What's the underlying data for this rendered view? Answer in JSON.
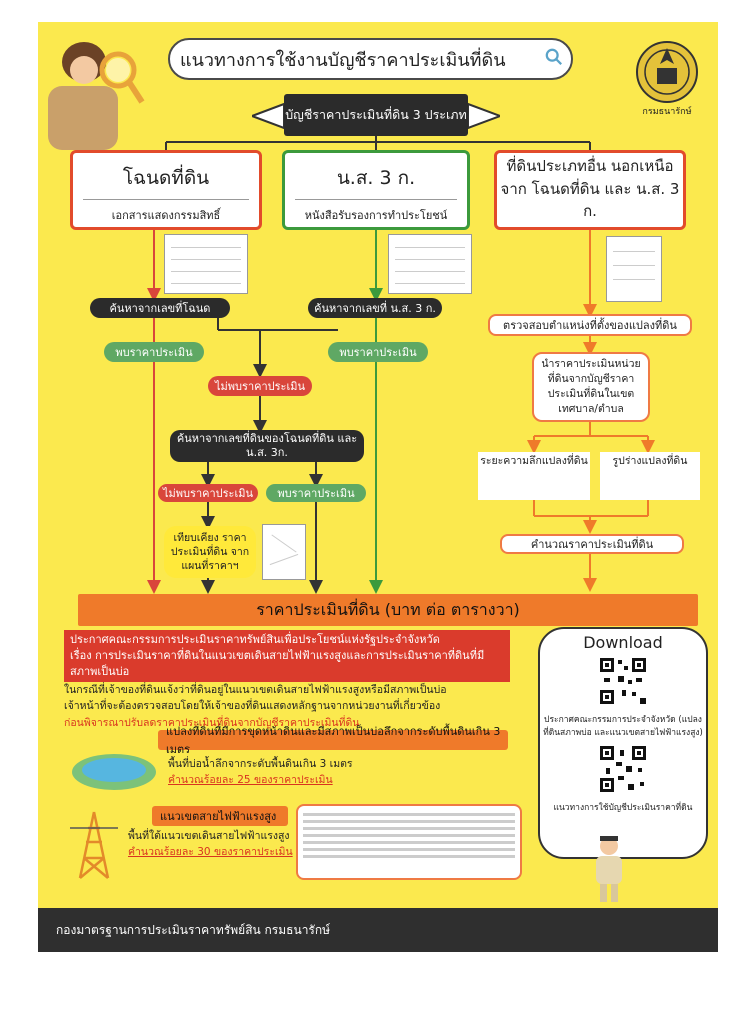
{
  "header": {
    "title": "แนวทางการใช้งานบัญชีราคาประเมินที่ดิน",
    "seal_text": "กรมธนารักษ์"
  },
  "banner": {
    "text": "บัญชีราคาประเมินที่ดิน 3 ประเภท"
  },
  "categories": [
    {
      "title": "โฉนดที่ดิน",
      "subtitle": "เอกสารแสดงกรรมสิทธิ์"
    },
    {
      "title": "น.ส. 3 ก.",
      "subtitle": "หนังสือรับรองการทำประโยชน์"
    },
    {
      "title": "ที่ดินประเภทอื่น นอกเหนือจาก โฉนดที่ดิน และ น.ส. 3 ก."
    }
  ],
  "flow": {
    "search_deed": "ค้นหาจากเลขที่โฉนด",
    "search_ns3": "ค้นหาจากเลขที่ น.ส. 3 ก.",
    "found_left": "พบราคาประเมิน",
    "found_mid": "พบราคาประเมิน",
    "not_found": "ไม่พบราคาประเมิน",
    "search_parcel": "ค้นหาจากเลขที่ดินของโฉนดที่ดิน และ น.ส. 3ก.",
    "not_found_2": "ไม่พบราคาประเมิน",
    "found_2": "พบราคาประเมิน",
    "compare": "เทียบเคียง ราคาประเมินที่ดิน จากแผนที่ราคาฯ",
    "check_location": "ตรวจสอบตำแหน่งที่ตั้งของแปลงที่ดิน",
    "unit_price": "นำราคาประเมินหน่วยที่ดินจากบัญชีราคาประเมินที่ดินในเขตเทศบาล/ตำบล",
    "depth": "ระยะความลึกแปลงที่ดิน",
    "shape": "รูปร่างแปลงที่ดิน",
    "calculate": "คำนวณราคาประเมินที่ดิน"
  },
  "result": "ราคาประเมินที่ดิน (บาท ต่อ ตารางวา)",
  "announcement": {
    "line1": "ประกาศคณะกรรมการประเมินราคาทรัพย์สินเพื่อประโยชน์แห่งรัฐประจำจังหวัด",
    "line2": "เรื่อง การประเมินราคาที่ดินในแนวเขตเดินสายไฟฟ้าแรงสูงและการประเมินราคาที่ดินที่มี",
    "line3": "สภาพเป็นบ่อ"
  },
  "notice": {
    "line1": "ในกรณีที่เจ้าของที่ดินแจ้งว่าที่ดินอยู่ในแนวเขตเดินสายไฟฟ้าแรงสูงหรือมีสภาพเป็นบ่อ",
    "line2": "เจ้าหน้าที่จะต้องตรวจสอบโดยให้เจ้าของที่ดินแสดงหลักฐานจากหน่วยงานที่เกี่ยวข้อง",
    "line3": "ก่อนพิจารณาปรับลดราคาประเมินที่ดินจากบัญชีราคาประเมินที่ดิน"
  },
  "pond": {
    "header": "แปลงที่ดินที่มีการขุดหน้าดินและมีสภาพเป็นบ่อลึกจากระดับพื้นดินเกิน 3 เมตร",
    "line1": "พื้นที่บ่อน้ำลึกจากระดับพื้นดินเกิน 3 เมตร",
    "line2": "คำนวณร้อยละ 25 ของราคาประเมิน"
  },
  "powerline": {
    "header": "แนวเขตสายไฟฟ้าแรงสูง",
    "line1": "พื้นที่ใต้แนวเขตเดินสายไฟฟ้าแรงสูง",
    "line2": "คำนวณร้อยละ 30 ของราคาประเมิน"
  },
  "download": {
    "title": "Download",
    "qr1_caption": "ประกาศคณะกรรมการประจำจังหวัด (แปลงที่ดินสภาพบ่อ และแนวเขตสายไฟฟ้าแรงสูง)",
    "qr2_caption": "แนวทางการใช้บัญชีประเมินราคาที่ดิน"
  },
  "footer": {
    "text": "กองมาตรฐานการประเมินราคาทรัพย์สิน กรมธนารักษ์"
  },
  "colors": {
    "background": "#fbe94e",
    "accent_orange": "#ef7a2a",
    "red": "#d9463b",
    "green": "#5fa864",
    "dark": "#2b2b2b"
  }
}
